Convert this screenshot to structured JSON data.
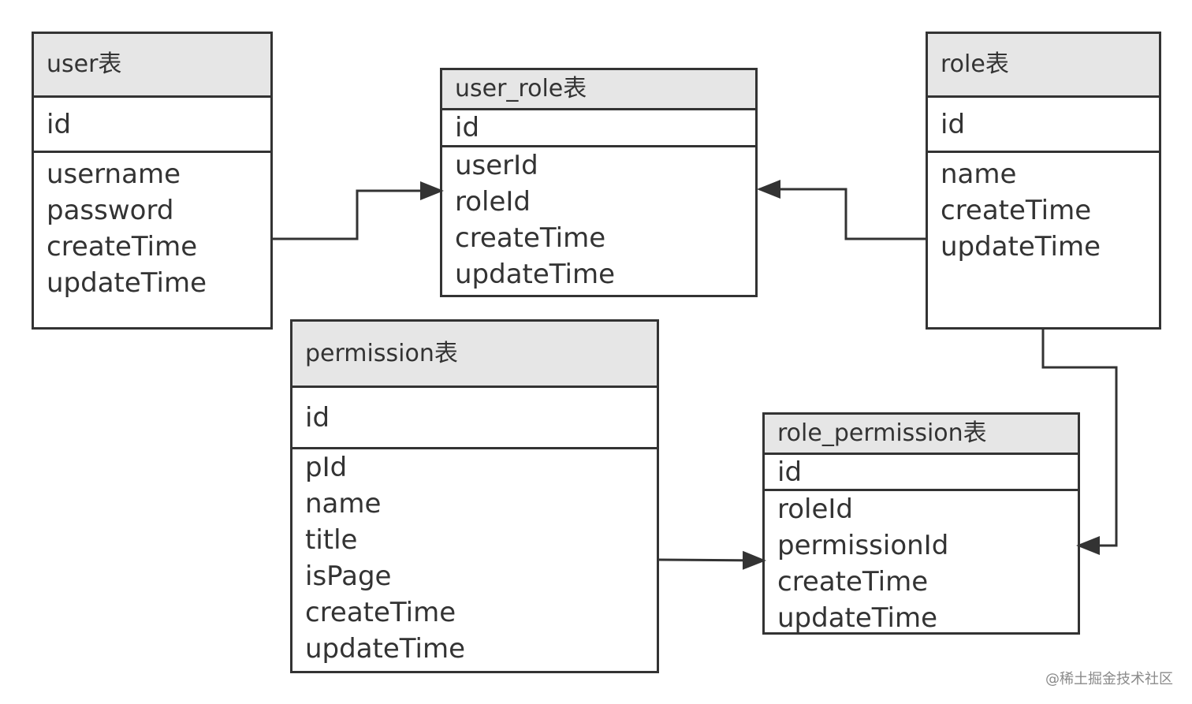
{
  "tables": {
    "user": {
      "title": "user表",
      "primary_key": "id",
      "fields": [
        "username",
        "password",
        "createTime",
        "updateTime"
      ]
    },
    "user_role": {
      "title": "user_role表",
      "primary_key": "id",
      "fields": [
        "userId",
        "roleId",
        "createTime",
        "updateTime"
      ]
    },
    "role": {
      "title": "role表",
      "primary_key": "id",
      "fields": [
        "name",
        "createTime",
        "updateTime"
      ]
    },
    "permission": {
      "title": "permission表",
      "primary_key": "id",
      "fields": [
        "pId",
        "name",
        "title",
        "isPage",
        "createTime",
        "updateTime"
      ]
    },
    "role_permission": {
      "title": "role_permission表",
      "primary_key": "id",
      "fields": [
        "roleId",
        "permissionId",
        "createTime",
        "updateTime"
      ]
    }
  },
  "relations": [
    {
      "from": "user",
      "to": "user_role"
    },
    {
      "from": "role",
      "to": "user_role"
    },
    {
      "from": "role",
      "to": "role_permission"
    },
    {
      "from": "permission",
      "to": "role_permission"
    }
  ],
  "watermark": "@稀土掘金技术社区",
  "colors": {
    "line": "#333333",
    "header_fill": "#e6e6e6",
    "watermark": "#8a8a8a"
  }
}
